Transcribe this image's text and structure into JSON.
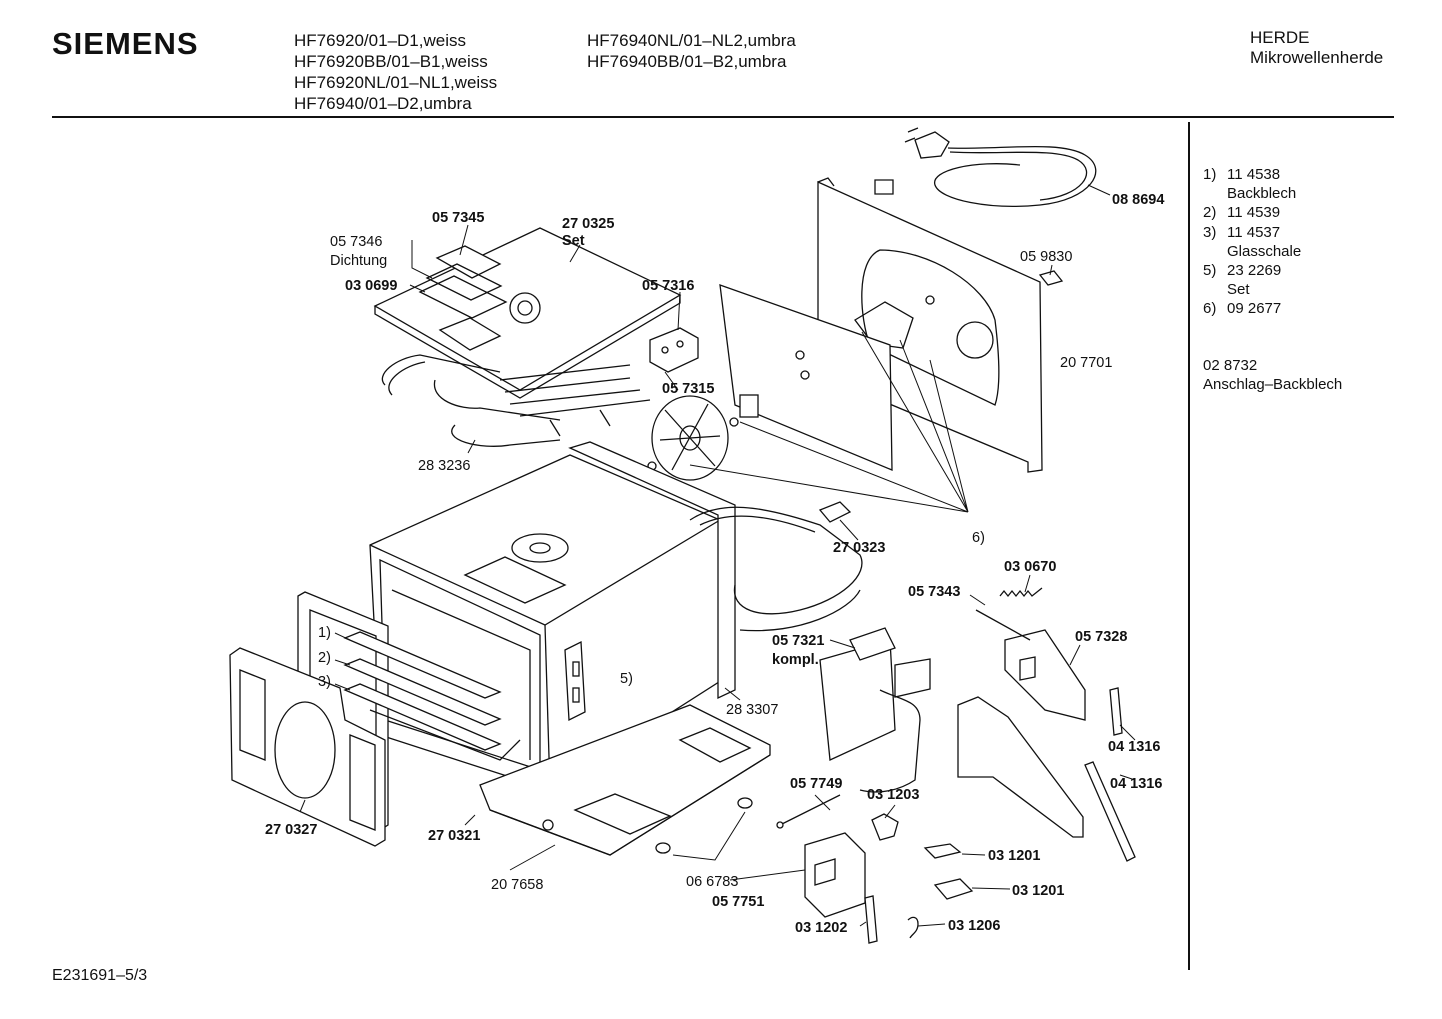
{
  "header": {
    "brand": "SIEMENS",
    "models_left": [
      "HF76920/01–D1,weiss",
      "HF76920BB/01–B1,weiss",
      "HF76920NL/01–NL1,weiss",
      "HF76940/01–D2,umbra"
    ],
    "models_right": [
      "HF76940NL/01–NL2,umbra",
      "HF76940BB/01–B2,umbra"
    ],
    "category": "HERDE",
    "subcategory": "Mikrowellenherde"
  },
  "legend": [
    {
      "key": "1)",
      "number": "11 4538",
      "desc": "Backblech"
    },
    {
      "key": "2)",
      "number": "11 4539",
      "desc": ""
    },
    {
      "key": "3)",
      "number": "11 4537",
      "desc": "Glasschale"
    },
    {
      "key": "5)",
      "number": "23 2269",
      "desc": "Set"
    },
    {
      "key": "6)",
      "number": "09 2677",
      "desc": ""
    }
  ],
  "extra_note": {
    "number": "02 8732",
    "desc": "Anschlag–Backblech"
  },
  "footer": "E231691–5/3",
  "part_labels": {
    "p057346": "05 7346",
    "dichtung": "Dichtung",
    "p057345": "05 7345",
    "p270325": "27 0325",
    "set": "Set",
    "p030699": "03 0699",
    "p057316": "05 7316",
    "p057315": "05 7315",
    "p283236": "28 3236",
    "p088694": "08 8694",
    "p059830": "05 9830",
    "p207701": "20 7701",
    "k6": "6)",
    "p270323": "27 0323",
    "p030670": "03 0670",
    "p057343": "05 7343",
    "p057321": "05 7321",
    "kompl": "kompl.",
    "p057328": "05 7328",
    "k1": "1)",
    "k2": "2)",
    "k3": "3)",
    "k5": "5)",
    "p283307": "28 3307",
    "p041316a": "04 1316",
    "p041316b": "04 1316",
    "p270327": "27 0327",
    "p270321": "27 0321",
    "p057749": "05 7749",
    "p031203": "03 1203",
    "p031201a": "03 1201",
    "p031201b": "03 1201",
    "p207658": "20 7658",
    "p066783": "06 6783",
    "p057751": "05 7751",
    "p031202": "03 1202",
    "p031206": "03 1206"
  }
}
